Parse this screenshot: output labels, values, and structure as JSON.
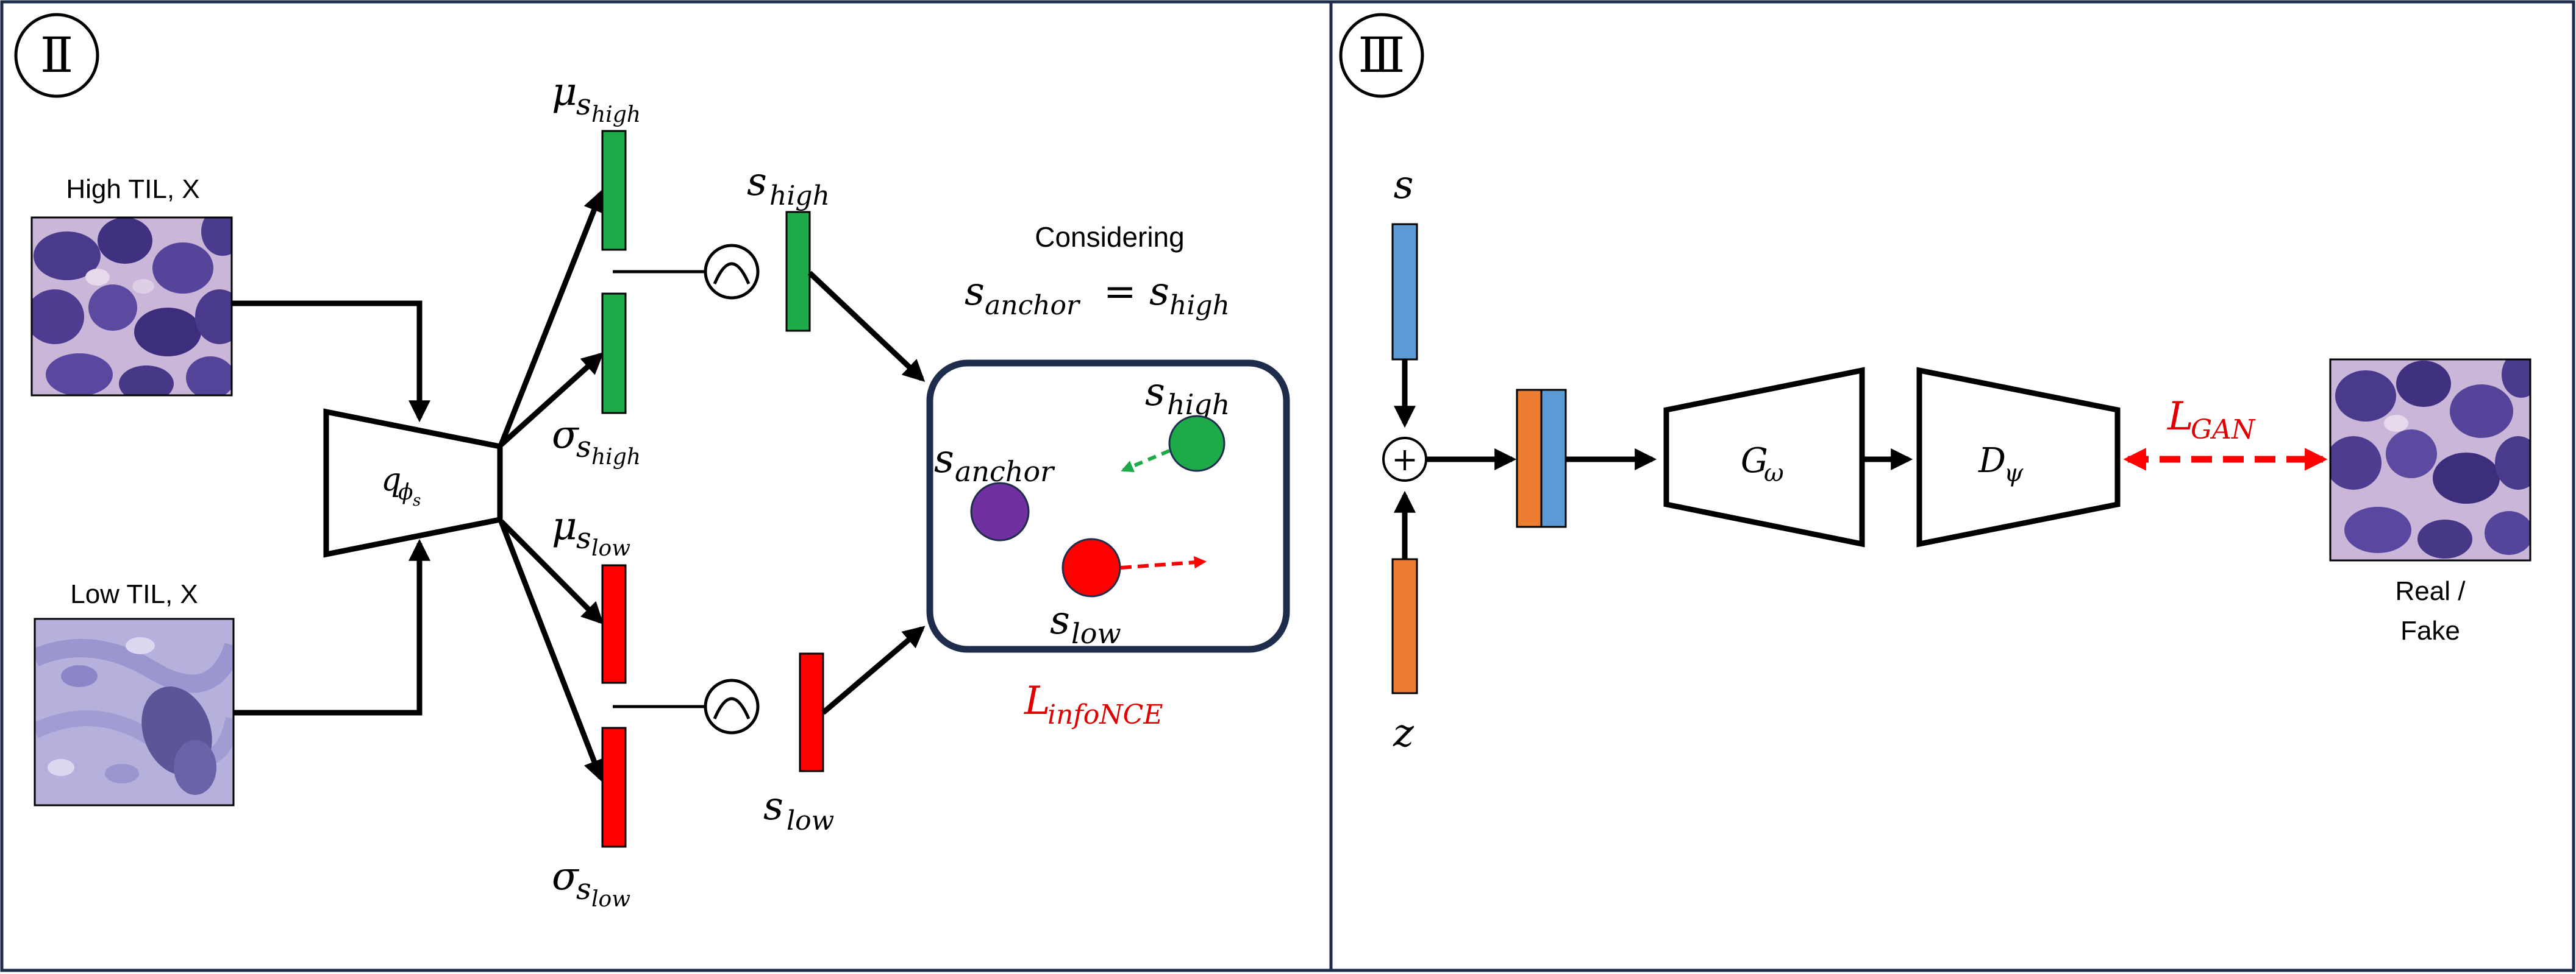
{
  "panels": {
    "left_number": "Ⅱ",
    "right_number": "Ⅲ"
  },
  "inputs": {
    "high_label": "High TIL, X",
    "low_label": "Low TIL, X"
  },
  "encoder": {
    "q": "q",
    "sub": "ϕ",
    "subsub": "s"
  },
  "latents": {
    "mu_base": "μ",
    "sigma_base": "σ",
    "s_base": "s",
    "high": "high",
    "low": "low",
    "anchor": "anchor"
  },
  "considering": {
    "title": "Considering",
    "eq_lhs_sub": "anchor",
    "eq": "=",
    "eq_rhs_sub": "high"
  },
  "losses": {
    "infonce_base": "L",
    "infonce_sub": "infoNCE",
    "gan_base": "L",
    "gan_sub": "GAN"
  },
  "generator": {
    "s_label": "s",
    "z_label": "z",
    "plus": "+",
    "G_base": "G",
    "G_sub": "ω",
    "D_base": "D",
    "D_sub": "ψ",
    "output_line1": "Real /",
    "output_line2": "Fake"
  },
  "colors": {
    "green": "#1faa4a",
    "red": "#ff0000",
    "blue": "#5b9bd5",
    "orange": "#ed7d31",
    "purple": "#7030a0",
    "navy_border": "#1f2d4d",
    "panel_border": "#1f2d4d",
    "loss_red": "#e00000",
    "tissue_high": "#4a3a8c",
    "tissue_low": "#8a86c8"
  }
}
